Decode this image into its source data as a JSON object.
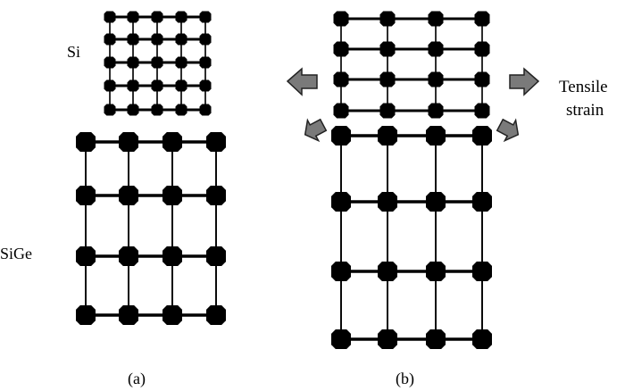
{
  "labels": {
    "si": "Si",
    "sige": "SiGe",
    "tensile_line1": "Tensile",
    "tensile_line2": "strain",
    "panel_a": "(a)",
    "panel_b": "(b)"
  },
  "colors": {
    "lattice": "#000000",
    "arrow_fill": "#7a7a7a",
    "arrow_stroke": "#222222",
    "background": "#ffffff"
  }
}
